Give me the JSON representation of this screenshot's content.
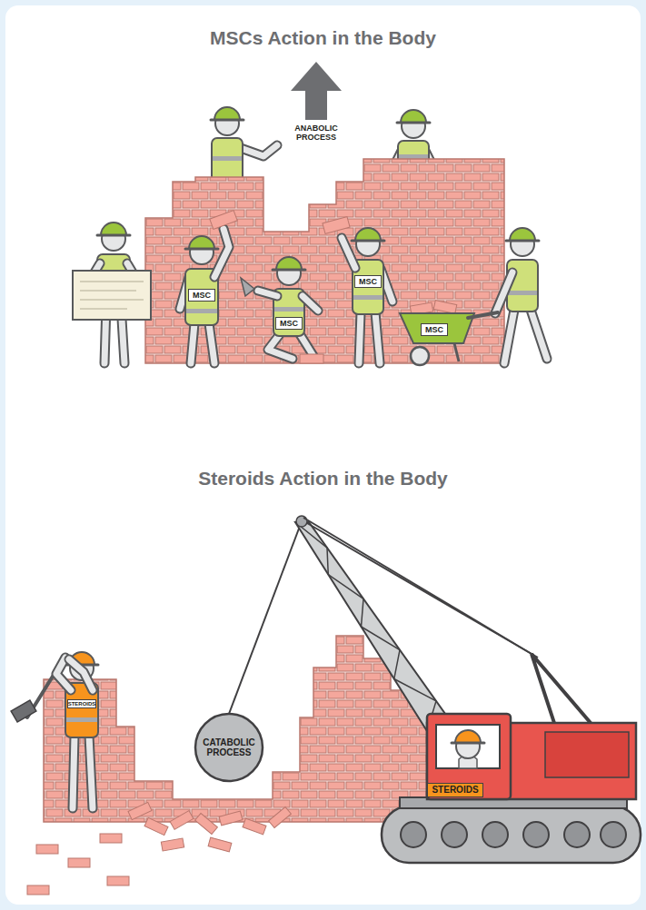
{
  "diagram": {
    "title": "MSCs Action in the Body",
    "nodes": [
      {
        "text": [
          "MSC"
        ]
      },
      {
        "text": [
          "MSC"
        ]
      },
      {
        "text": [
          "MSC"
        ]
      },
      {
        "text": [
          "MSC"
        ]
      },
      {
        "text": [
          "STEROIDS"
        ]
      },
      {
        "text": [
          "CATABOLIC PROCESS"
        ]
      },
      {
        "text": [
          "STEROIDS"
        ]
      }
    ],
    "labels": [
      "ANABOLIC PROCESS",
      "Steroids Action in the Body"
    ]
  }
}
